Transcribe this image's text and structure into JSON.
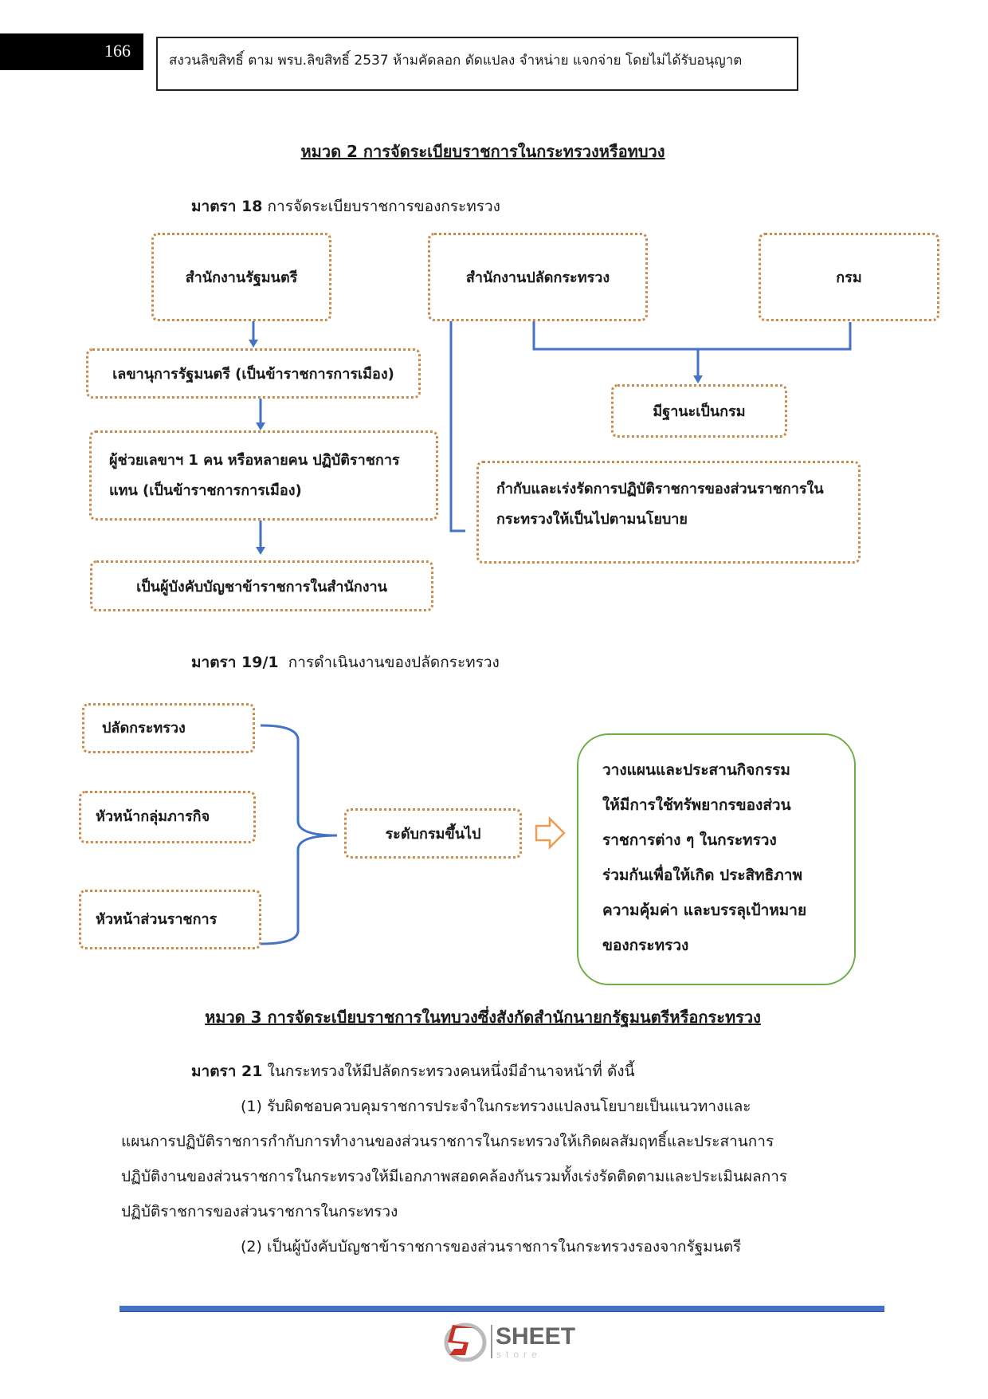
{
  "header": {
    "page_number": "166",
    "copyright_notice": "สงวนลิขสิทธิ์ ตาม พรบ.ลิขสิทธิ์ 2537 ห้ามคัดลอก ดัดแปลง จำหน่าย แจกจ่าย โดยไม่ได้รับอนุญาต"
  },
  "chapter2": {
    "title": "หมวด 2 การจัดระเบียบราชการในกระทรวงหรือทบวง",
    "section18": {
      "label": "มาตรา 18",
      "text": "การจัดระเบียบราชการของกระทรวง",
      "boxes": {
        "pm_office": "สำนักงานรัฐมนตรี",
        "perm_sec_office": "สำนักงานปลัดกระทรวง",
        "department": "กรม",
        "secretary": "เลขานุการรัฐมนตรี (เป็นข้าราชการการเมือง)",
        "assistant_line1": "ผู้ช่วยเลขาฯ 1 คน หรือหลายคน ปฏิบัติราชการ",
        "assistant_line2": "แทน (เป็นข้าราชการการเมือง)",
        "commander": "เป็นผู้บังคับบัญชาข้าราชการในสำนักงาน",
        "dept_status": "มีฐานะเป็นกรม",
        "supervise_line1": "กำกับและเร่งรัดการปฏิบัติราชการของส่วนราชการใน",
        "supervise_line2": "กระทรวงให้เป็นไปตามนโยบาย"
      }
    },
    "section19_1": {
      "label": "มาตรา 19/1",
      "text": "การดำเนินงานของปลัดกระทรวง",
      "inputs": [
        "ปลัดกระทรวง",
        "หัวหน้ากลุ่มภารกิจ",
        "หัวหน้าส่วนราชการ"
      ],
      "level": "ระดับกรมขึ้นไป",
      "result_lines": [
        "วางแผนและประสานกิจกรรม",
        "ให้มีการใช้ทรัพยากรของส่วน",
        "ราชการต่าง ๆ ในกระทรวง",
        "ร่วมกันเพื่อให้เกิด ประสิทธิภาพ",
        "ความคุ้มค่า และบรรลุเป้าหมาย",
        "ของกระทรวง"
      ]
    }
  },
  "chapter3": {
    "title": "หมวด 3 การจัดระเบียบราชการในทบวงซึ่งสังกัดสำนักนายกรัฐมนตรีหรือกระทรวง",
    "section21": {
      "label": "มาตรา 21",
      "text": "ในกระทรวงให้มีปลัดกระทรวงคนหนึ่งมีอำนาจหน้าที่  ดังนี้",
      "item1_lines": [
        "(1) รับผิดชอบควบคุมราชการประจำในกระทรวงแปลงนโยบายเป็นแนวทางและ",
        "แผนการปฏิบัติราชการกำกับการทำงานของส่วนราชการในกระทรวงให้เกิดผลสัมฤทธิ์และประสานการ",
        "ปฏิบัติงานของส่วนราชการในกระทรวงให้มีเอกภาพสอดคล้องกันรวมทั้งเร่งรัดติดตามและประเมินผลการ",
        "ปฏิบัติราชการของส่วนราชการในกระทรวง"
      ],
      "item2": "(2) เป็นผู้บังคับบัญชาข้าราชการของส่วนราชการในกระทรวงรองจากรัฐมนตรี"
    }
  },
  "footer": {
    "logo_text": "SHEET",
    "logo_sub": "store"
  },
  "colors": {
    "box_border": "#c98a4b",
    "connector": "#4472c4",
    "result_border": "#70ad47",
    "footer_rule": "#4472c4",
    "logo_red": "#c8312a"
  }
}
